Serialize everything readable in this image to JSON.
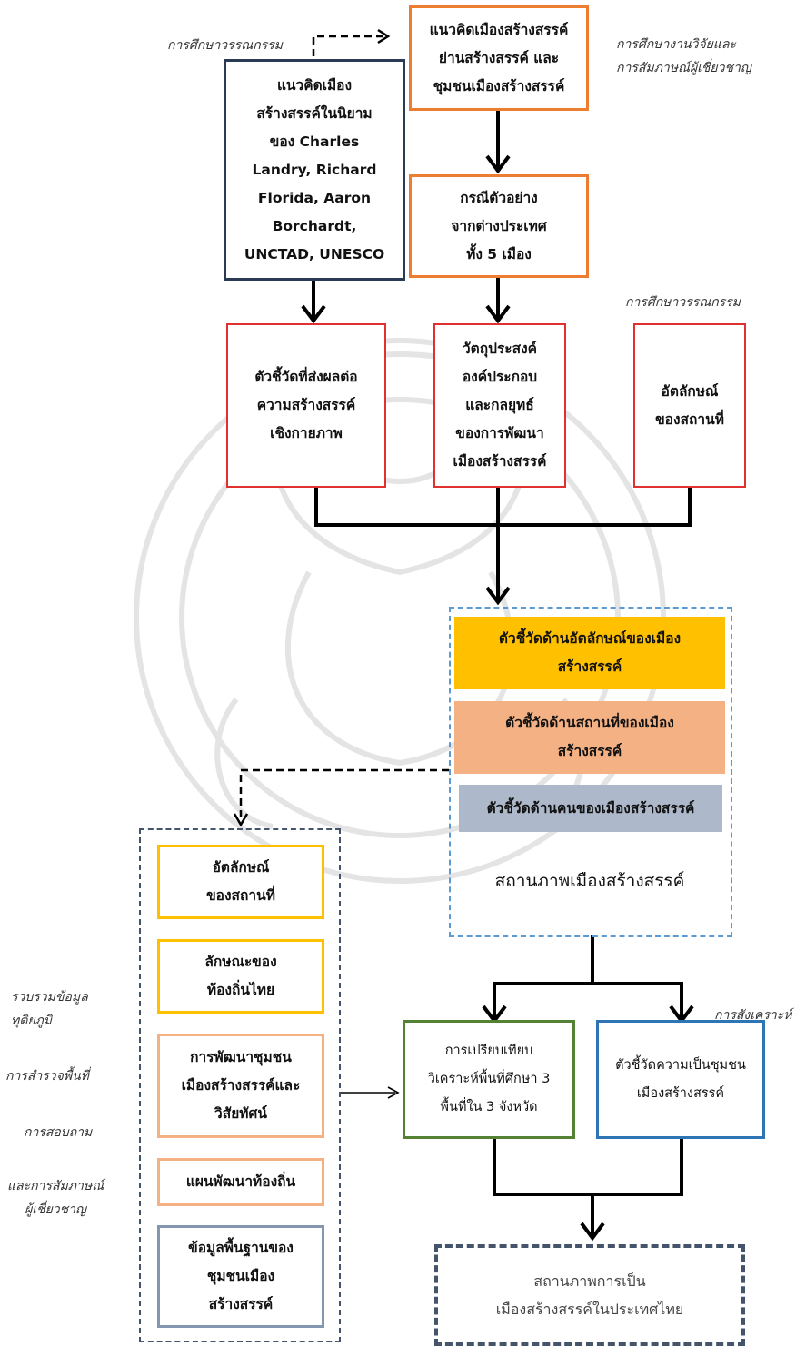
{
  "boxes": {
    "concept_definition": "แนวคิดเมือง\nสร้างสรรค์ในนิยาม\nของ Charles\nLandry, Richard\nFlorida, Aaron\nBorchardt,\nUNCTAD, UNESCO",
    "concept_districts": "แนวคิดเมืองสร้างสรรค์\nย่านสร้างสรรค์ และ\nชุมชนเมืองสร้างสรรค์",
    "case_studies": "กรณีตัวอย่าง\nจากต่างประเทศ\nทั้ง 5 เมือง",
    "physical_indicators": "ตัวชี้วัดที่ส่งผลต่อ\nความสร้างสรรค์\nเชิงกายภาพ",
    "objectives": "วัตถุประสงค์\nองค์ประกอบ\nและกลยุทธ์\nของการพัฒนา\nเมืองสร้างสรรค์",
    "place_identity_top": "อัตลักษณ์\nของสถานที่",
    "indicator_identity": "ตัวชี้วัดด้านอัตลักษณ์ของเมือง\nสร้างสรรค์",
    "indicator_place": "ตัวชี้วัดด้านสถานที่ของเมือง\nสร้างสรรค์",
    "indicator_people": "ตัวชี้วัดด้านคนของเมืองสร้างสรรค์",
    "status_label": "สถานภาพเมืองสร้างสรรค์",
    "place_identity_left": "อัตลักษณ์\nของสถานที่",
    "thai_local": "ลักษณะของ\nท้องถิ่นไทย",
    "community_dev": "การพัฒนาชุมชน\nเมืองสร้างสรรค์และ\nวิสัยทัศน์",
    "local_plan": "แผนพัฒนาท้องถิ่น",
    "basic_data": "ข้อมูลพื้นฐานของ\nชุมชนเมือง\nสร้างสรรค์",
    "comparison": "การเปรียบเทียบ\nวิเคราะห์พื้นที่ศึกษา 3\nพื้นที่ใน 3 จังหวัด",
    "community_indicators": "ตัวชี้วัดความเป็นชุมชน\nเมืองสร้างสรรค์",
    "final_status": "สถานภาพการเป็น\nเมืองสร้างสรรค์ในประเทศไทย"
  },
  "notes": {
    "literature_top": "การศึกษาวรรณกรรม",
    "research_interview": "การศึกษางานวิจัยและ\nการสัมภาษณ์ผู้เชี่ยวชาญ",
    "literature_right": "การศึกษาวรรณกรรม",
    "synthesis": "การสังเคราะห์",
    "secondary_data": "รวบรวมข้อมูล\nทุติยภูมิ",
    "field_survey": "การสำรวจพื้นที่",
    "questionnaire": "การสอบถาม",
    "expert_interview": "และการสัมภาษณ์\nผู้เชี่ยวชาญ"
  },
  "colors": {
    "navy": "#2b3a55",
    "orange": "#ed7d31",
    "red": "#e03030",
    "gold": "#ffc000",
    "salmon": "#f4b183",
    "slate": "#adb9ca",
    "yellow_border": "#ffc000",
    "peach_border": "#f4b183",
    "blue_gray_border": "#8497b0",
    "green": "#548235",
    "blue": "#2e75b6",
    "dash_blue": "#5b9bd5",
    "dash_gray": "#44546a"
  }
}
